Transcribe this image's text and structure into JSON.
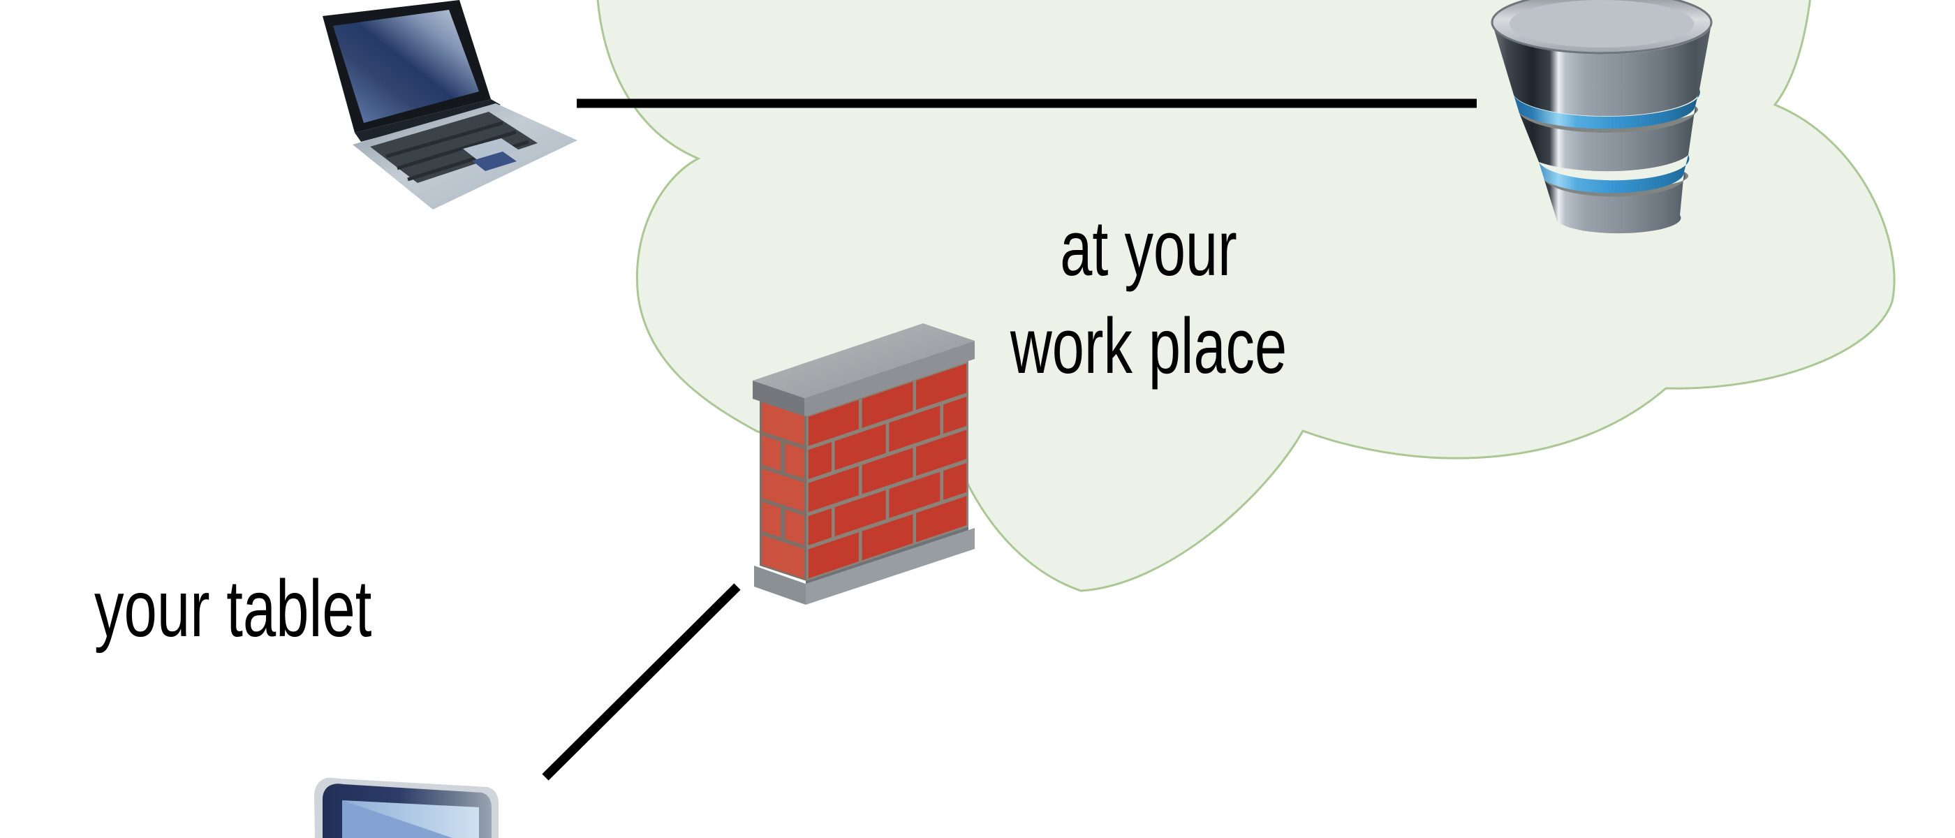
{
  "cloud": {
    "label_line1": "at your",
    "label_line2": "work place"
  },
  "labels": {
    "tablet": "your tablet"
  },
  "icons": [
    {
      "name": "laptop-icon"
    },
    {
      "name": "database-icon"
    },
    {
      "name": "firewall-icon"
    },
    {
      "name": "tablet-icon"
    }
  ],
  "connections": [
    {
      "from": "laptop",
      "to": "database"
    },
    {
      "from": "tablet",
      "to": "firewall"
    }
  ],
  "colors": {
    "background": "#ffffff",
    "text": "#000000",
    "line": "#000000",
    "cloud_fill": "#ecf2e8",
    "cloud_stroke": "#aac795",
    "brick_red": "#c23b2d",
    "brick_red_side": "#cc5240",
    "mortar_gray": "#8b8279",
    "db_blue": "#3996d2",
    "metal_gray": "#9aa3ac"
  }
}
